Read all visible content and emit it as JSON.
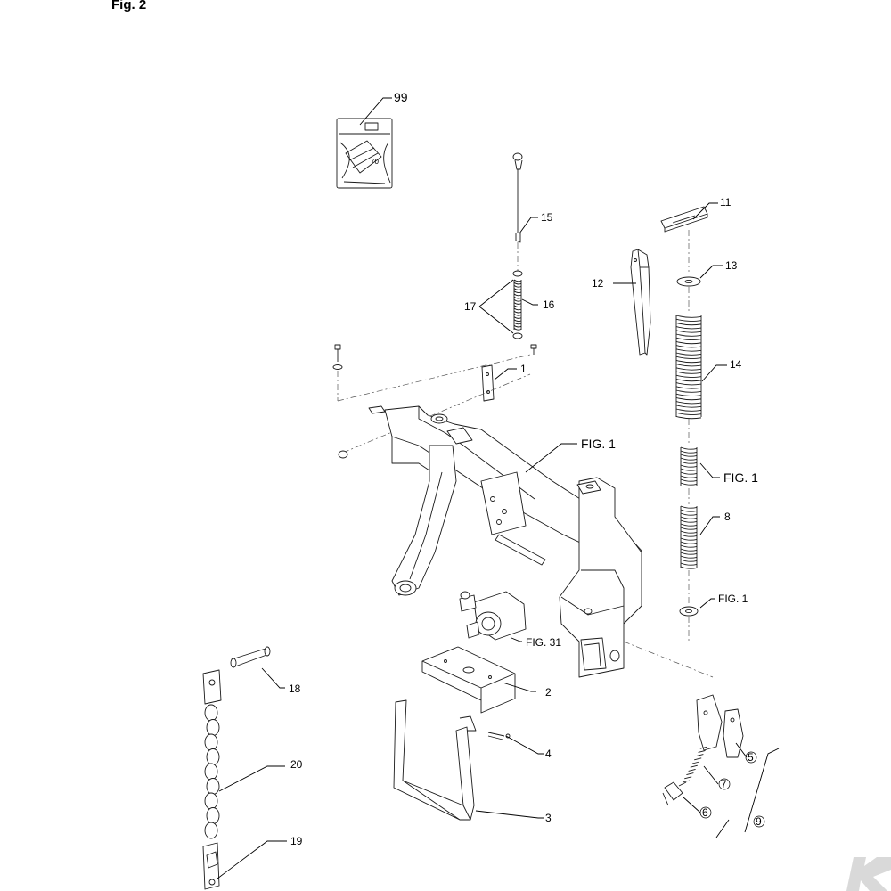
{
  "figure": {
    "title": "Fig. 2"
  },
  "callouts": {
    "c99": "99",
    "c70": "70",
    "c15": "15",
    "c11": "11",
    "c13": "13",
    "c12": "12",
    "c17": "17",
    "c16": "16",
    "c1": "1",
    "c14": "14",
    "fig1_a": "FIG. 1",
    "fig1_b": "FIG. 1",
    "c8": "8",
    "fig1_c": "FIG.  1",
    "fig31": "FIG. 31",
    "c18": "18",
    "c2": "2",
    "c5": "5",
    "c4": "4",
    "c7": "7",
    "c20": "20",
    "c6": "6",
    "c3": "3",
    "c9": "9",
    "c19": "19"
  },
  "icons": {
    "corner_logo": "k-logo-icon"
  }
}
